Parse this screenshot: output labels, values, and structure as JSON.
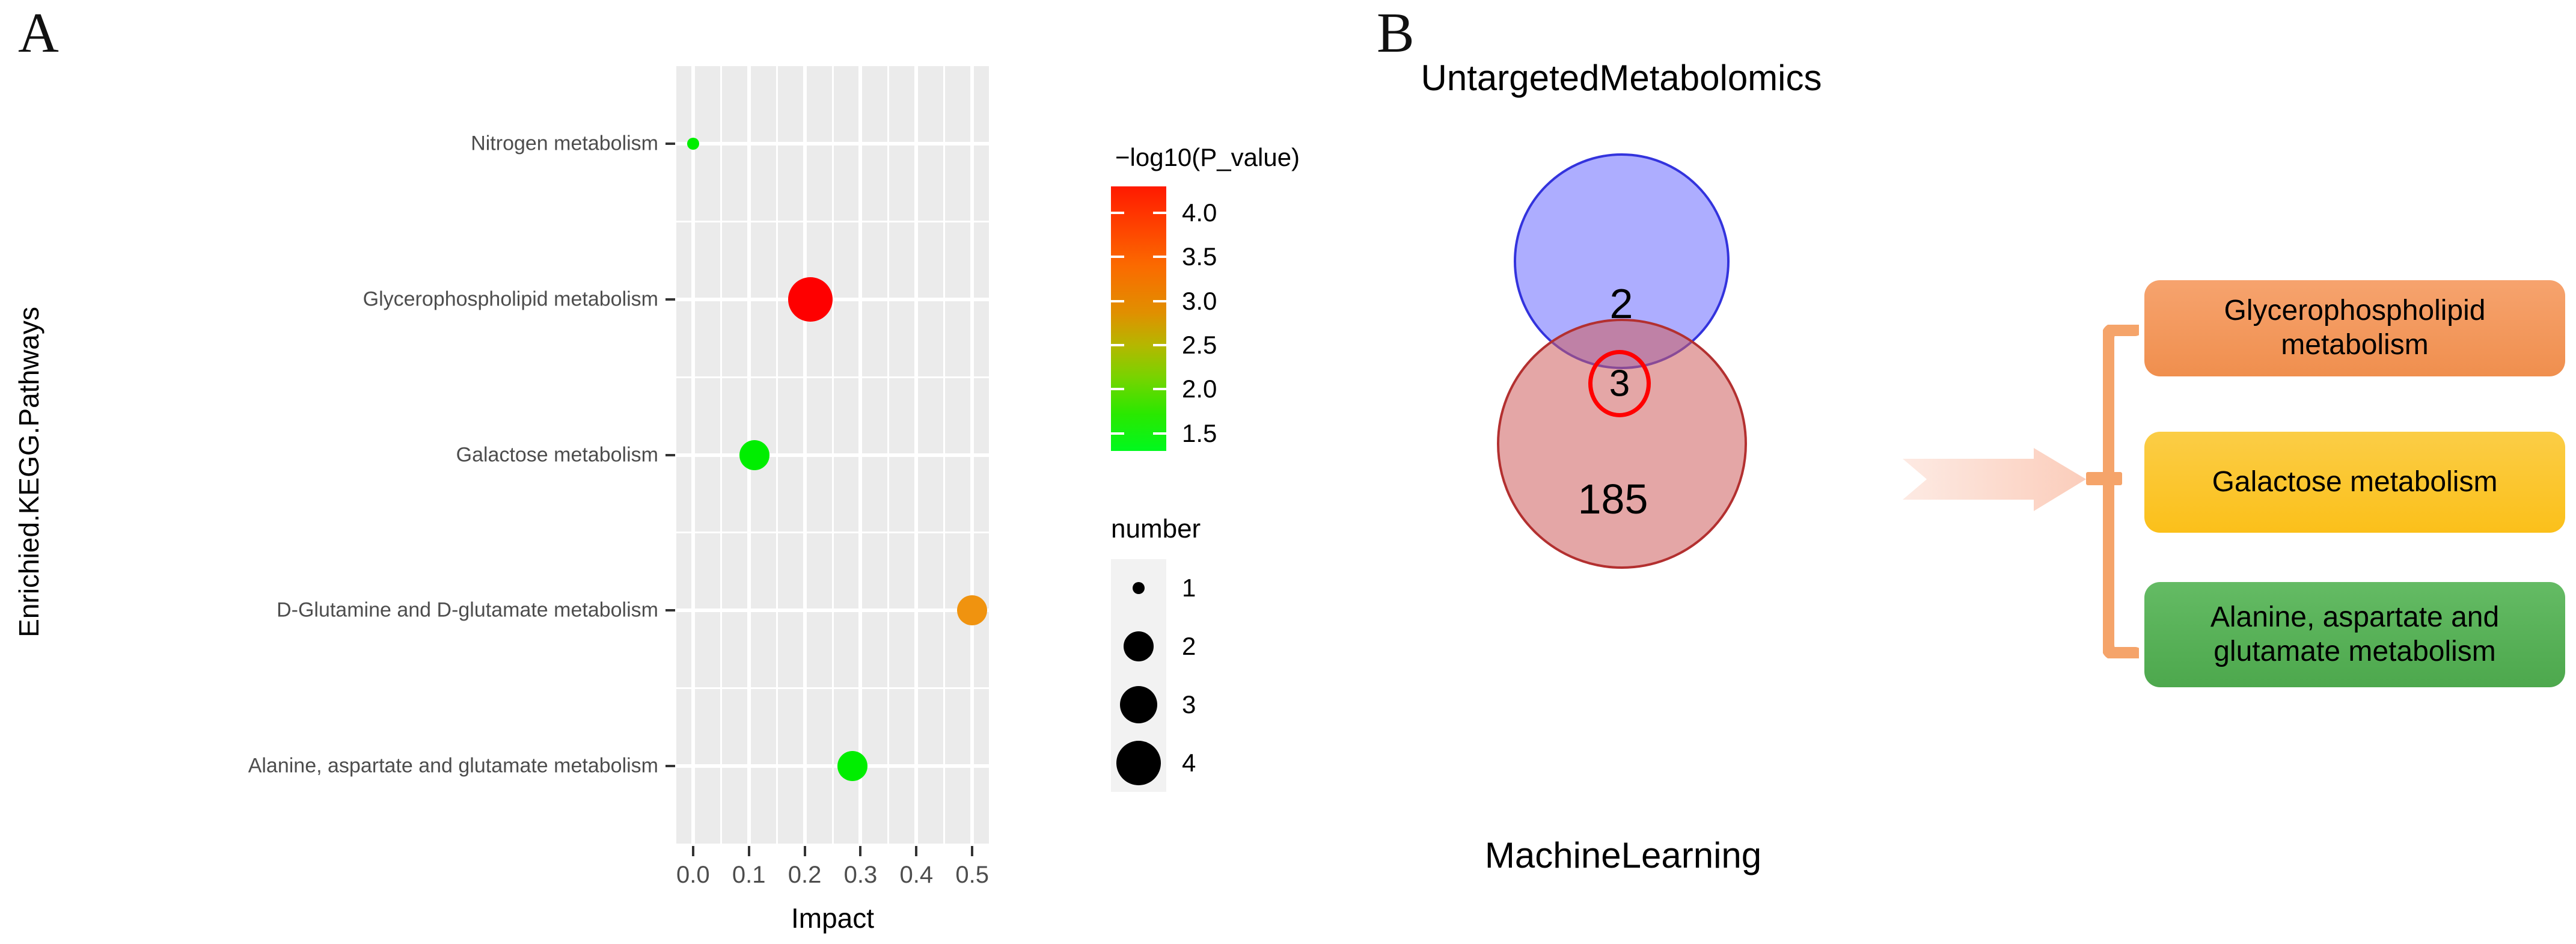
{
  "panels": {
    "a_label": "A",
    "b_label": "B"
  },
  "chart_data": {
    "type": "scatter",
    "title": "",
    "xlabel": "Impact",
    "ylabel": "Enrichied.KEGG.Pathways",
    "xlim": [
      -0.03,
      0.53
    ],
    "xticks": [
      "0.0",
      "0.1",
      "0.2",
      "0.3",
      "0.4",
      "0.5"
    ],
    "xtick_values": [
      0.0,
      0.1,
      0.2,
      0.3,
      0.4,
      0.5
    ],
    "grid": true,
    "categories": [
      "Nitrogen metabolism",
      "Glycerophospholipid metabolism",
      "Galactose metabolism",
      "D-Glutamine and D-glutamate metabolism",
      "Alanine, aspartate and glutamate metabolism"
    ],
    "points": [
      {
        "pathway": "Nitrogen metabolism",
        "impact": 0.0,
        "number": 1,
        "neg_log10_p": 1.6,
        "color": "#00ee00"
      },
      {
        "pathway": "Glycerophospholipid metabolism",
        "impact": 0.21,
        "number": 4,
        "neg_log10_p": 4.2,
        "color": "#fe0000"
      },
      {
        "pathway": "Galactose metabolism",
        "impact": 0.11,
        "number": 2,
        "neg_log10_p": 1.6,
        "color": "#00ee00"
      },
      {
        "pathway": "D-Glutamine and D-glutamate metabolism",
        "impact": 0.5,
        "number": 2,
        "neg_log10_p": 3.1,
        "color": "#f0930f"
      },
      {
        "pathway": "Alanine, aspartate and glutamate metabolism",
        "impact": 0.285,
        "number": 2,
        "neg_log10_p": 1.7,
        "color": "#00ee00"
      }
    ],
    "color_legend": {
      "title": "−log10(P_value)",
      "ticks": [
        "4.0",
        "3.5",
        "3.0",
        "2.5",
        "2.0",
        "1.5"
      ],
      "tick_values": [
        4.0,
        3.5,
        3.0,
        2.5,
        2.0,
        1.5
      ],
      "range": [
        1.3,
        4.3
      ],
      "low_color": "#00ff00",
      "high_color": "#ff1a00"
    },
    "size_legend": {
      "title": "number",
      "items": [
        "1",
        "2",
        "3",
        "4"
      ],
      "values": [
        1,
        2,
        3,
        4
      ],
      "color": "#000000"
    }
  },
  "venn": {
    "top_label": "UntargetedMetabolomics",
    "bottom_label": "MachineLearning",
    "top_only_count": "2",
    "bottom_only_count": "185",
    "intersection_count": "3",
    "top_color": "#6a6aff",
    "bottom_color": "#cd5c5c",
    "highlight_color": "#ff0000"
  },
  "pathway_boxes": [
    {
      "label": "Glycerophospholipid metabolism",
      "color": "#f08f4e"
    },
    {
      "label": "Galactose metabolism",
      "color": "#fbc01a"
    },
    {
      "label": "Alanine, aspartate and glutamate metabolism",
      "color": "#4da84d"
    }
  ],
  "connector": {
    "arrow_color": "#fbd9ce",
    "bracket_color": "#f5a46a"
  }
}
